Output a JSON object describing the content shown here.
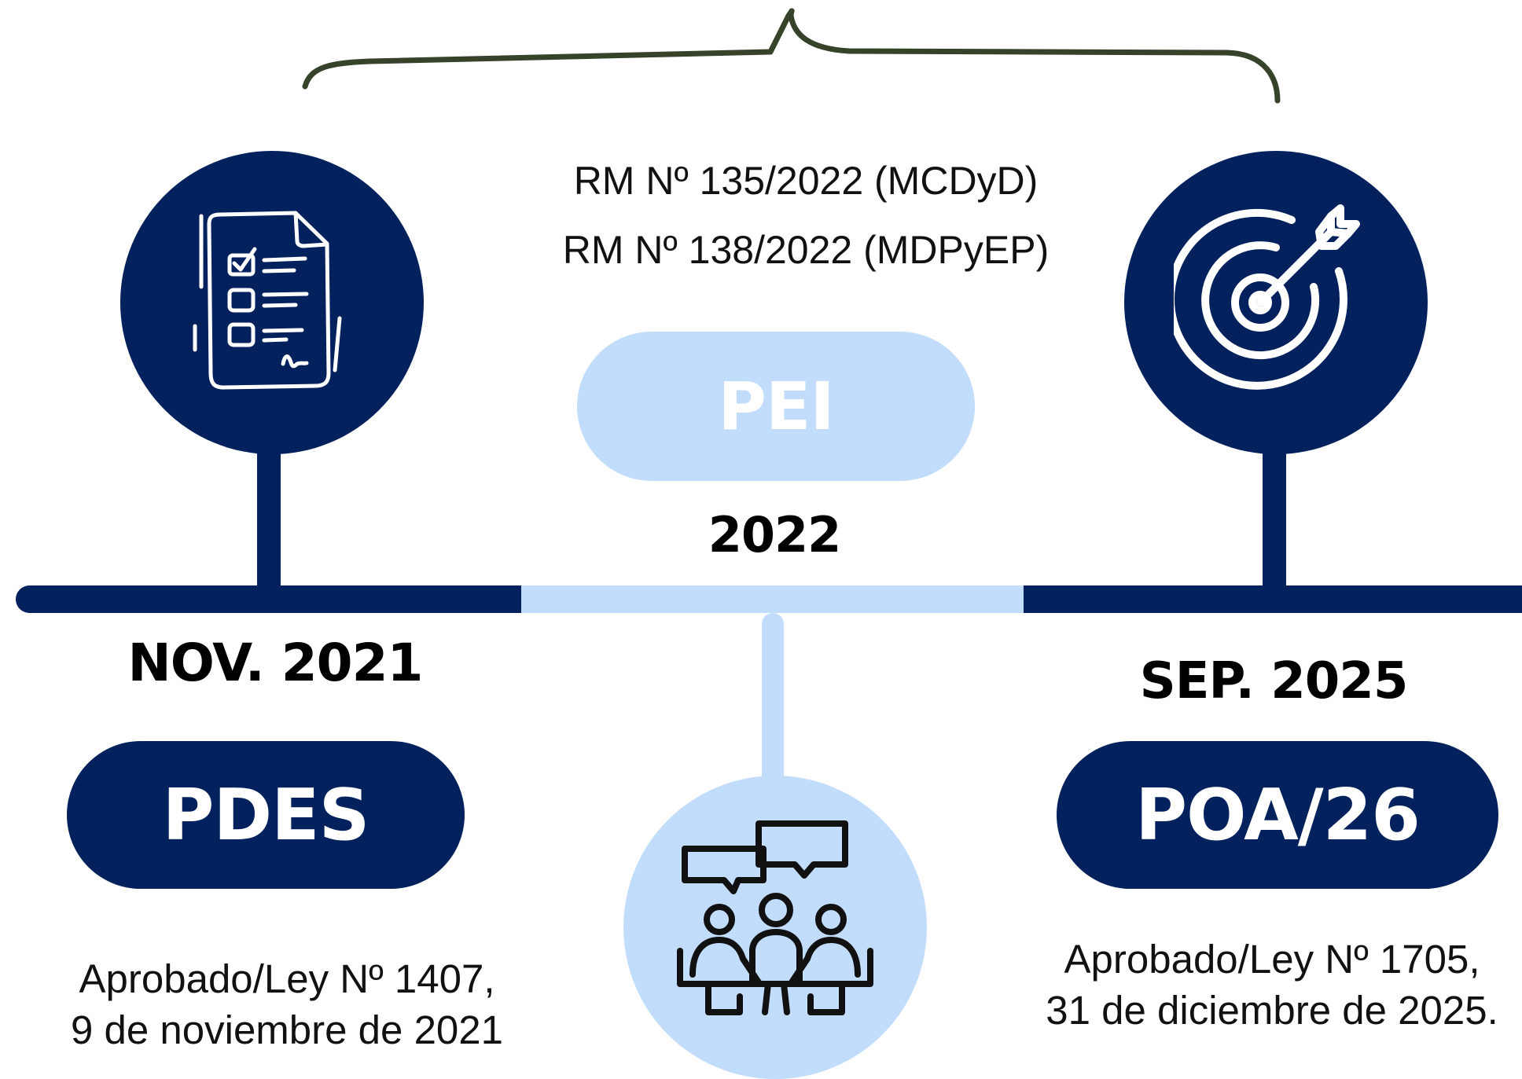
{
  "colors": {
    "navy": "#03215d",
    "light_blue": "#c2ddfb",
    "brace": "#36432a"
  },
  "resolutions": {
    "line1": "RM Nº 135/2022 (MCDyD)",
    "line2": "RM Nº 138/2022 (MDPyEP)"
  },
  "milestones": {
    "left": {
      "icon": "checklist-document-icon",
      "date": "NOV. 2021",
      "label": "PDES",
      "note_line1": "Aprobado/Ley Nº 1407,",
      "note_line2": "9 de noviembre de 2021"
    },
    "center": {
      "icon": "team-meeting-icon",
      "date": "2022",
      "label": "PEI"
    },
    "right": {
      "icon": "target-arrow-icon",
      "date": "SEP. 2025",
      "label": "POA/26",
      "note_line1": "Aprobado/Ley Nº 1705,",
      "note_line2": "31 de diciembre de 2025."
    }
  }
}
